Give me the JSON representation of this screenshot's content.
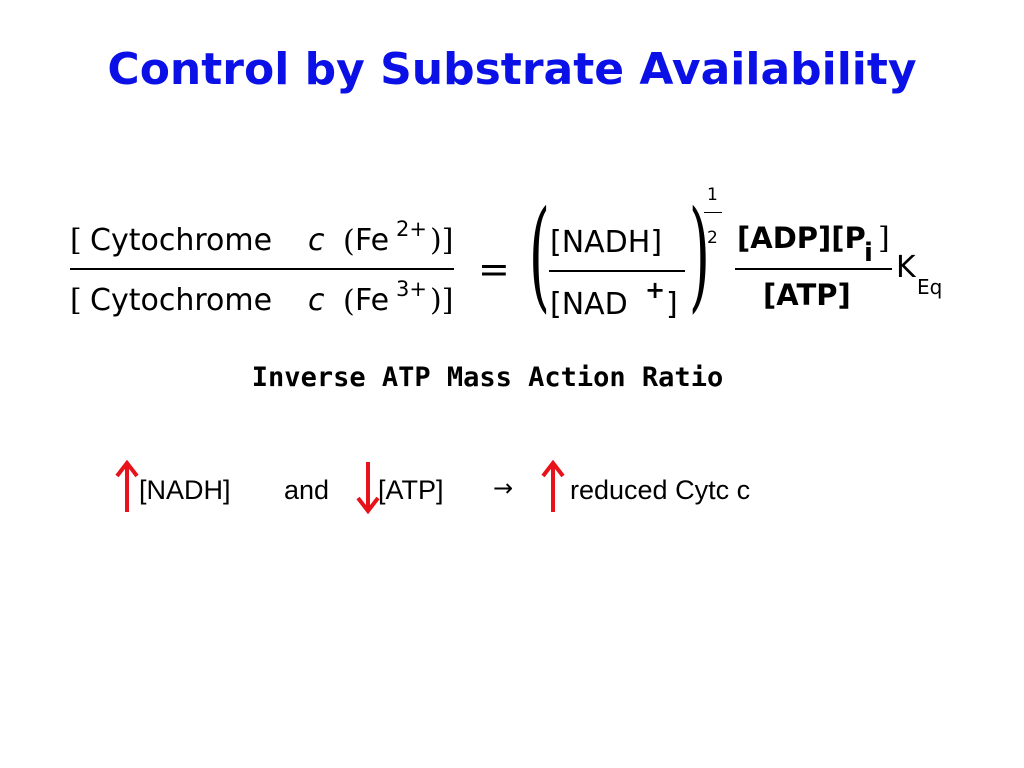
{
  "title": "Control by Substrate Availability",
  "equation": {
    "lhs_numerator": {
      "open_bracket": "[",
      "species": "Cytochrome",
      "c": "c",
      "open_paren": "(",
      "ion": "Fe",
      "charge": "2+",
      "close": ")]"
    },
    "lhs_denominator": {
      "open_bracket": "[",
      "species": "Cytochrome",
      "c": "c",
      "open_paren": "(",
      "ion": "Fe",
      "charge": "3+",
      "close": ")]"
    },
    "equals": "=",
    "ratio_numerator": "[NADH]",
    "ratio_denominator_text": "[NAD",
    "ratio_denominator_charge": "+",
    "ratio_denominator_close": "]",
    "exponent_numerator": "1",
    "exponent_denominator": "2",
    "adp_numerator": "[ADP][P",
    "adp_subscript": "i",
    "adp_close": "]",
    "atp_denominator": "[ATP]",
    "constant": "K",
    "constant_subscript": "Eq"
  },
  "subtitle": "Inverse ATP Mass Action Ratio",
  "relation": {
    "nadh": "[NADH]",
    "and": "and",
    "atp": "[ATP]",
    "implies": "→",
    "result": "reduced Cytc c",
    "up_arrow_color": "#e8121a",
    "down_arrow_color": "#e8121a"
  }
}
